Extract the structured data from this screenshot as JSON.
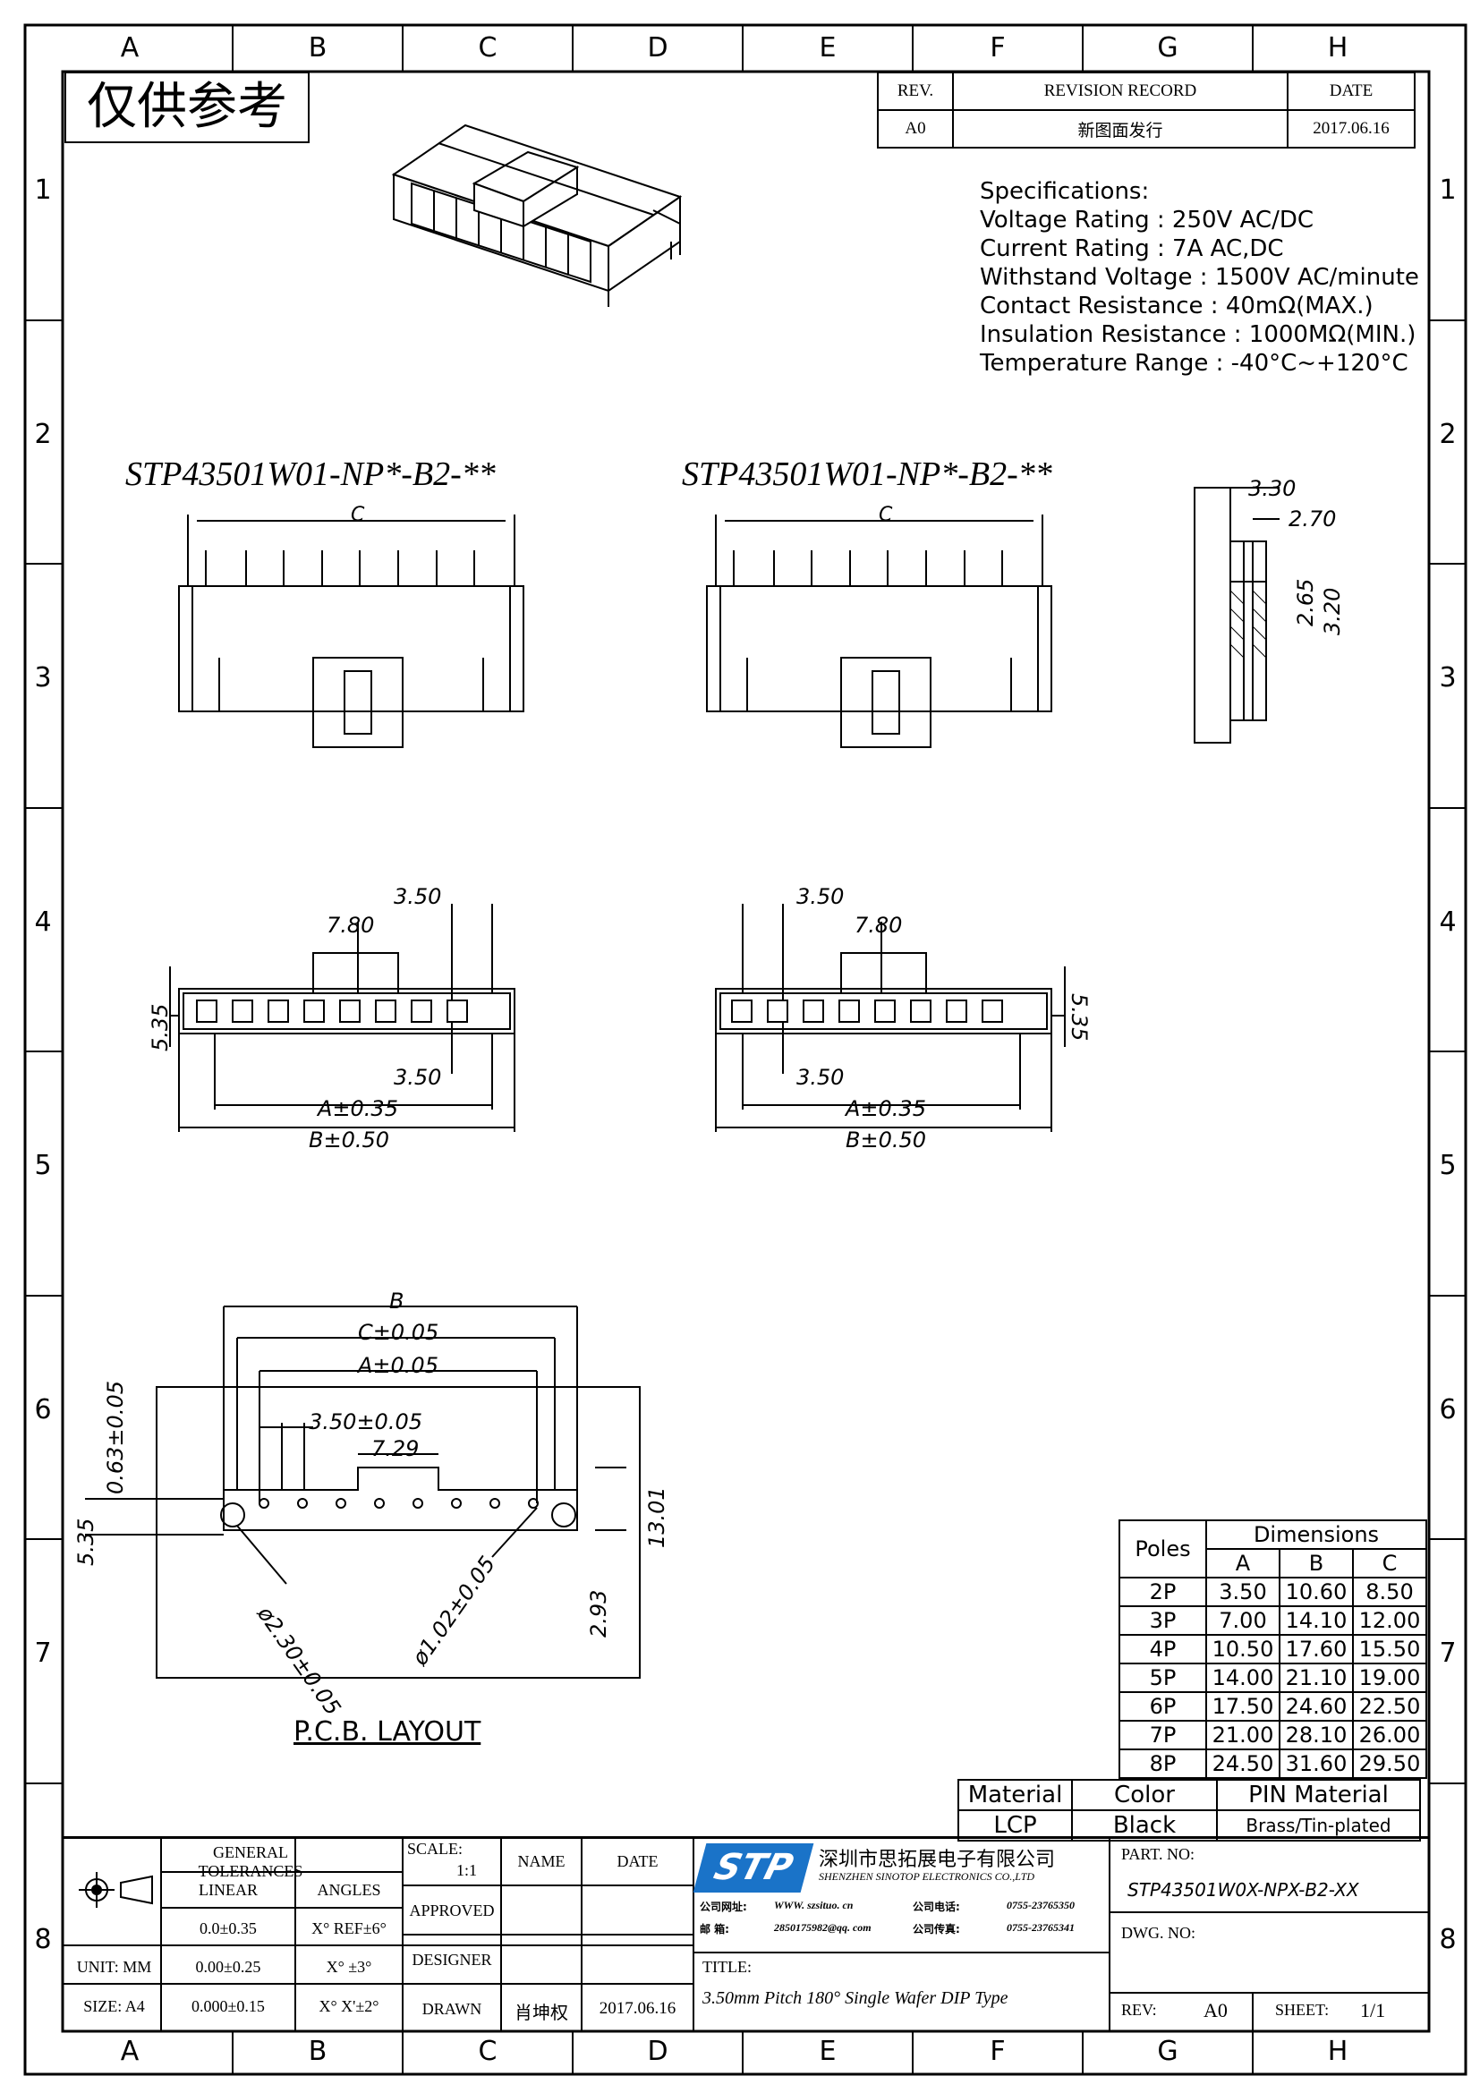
{
  "zones": {
    "columns": [
      "A",
      "B",
      "C",
      "D",
      "E",
      "F",
      "G",
      "H"
    ],
    "rows": [
      "1",
      "2",
      "3",
      "4",
      "5",
      "6",
      "7",
      "8"
    ]
  },
  "stamp": "仅供参考",
  "revision": {
    "rev_header": "REV.",
    "record_header": "REVISION RECORD",
    "date_header": "DATE",
    "rev": "A0",
    "record": "新图面发行",
    "date": "2017.06.16"
  },
  "specs": {
    "heading": "Specifications:",
    "lines": [
      "Voltage  Rating  :  250V  AC/DC",
      "Current  Rating  :  7A  AC,DC",
      "Withstand  Voltage  :  1500V  AC/minute",
      "Contact  Resistance  :  40mΩ(MAX.)",
      "Insulation  Resistance  :  1000MΩ(MIN.)",
      "Temperature  Range  :  -40°C~+120°C"
    ]
  },
  "views": {
    "left_part": "STP43501W01-NP*-B2-**",
    "right_part": "STP43501W01-NP*-B2-**",
    "dim_c": "C",
    "side_330": "3.30",
    "side_270": "2.70",
    "side_265": "2.65",
    "side_320": "3.20",
    "dim_350": "3.50",
    "dim_780": "7.80",
    "dim_535": "5.35",
    "dim_a": "A±0.35",
    "dim_b": "B±0.50"
  },
  "pcb": {
    "title": "P.C.B.  LAYOUT",
    "dim_b": "B",
    "dim_c": "C±0.05",
    "dim_a": "A±0.05",
    "dim_pitch": "3.50±0.05",
    "dim_729": "7.29",
    "dim_063": "0.63±0.05",
    "dim_535": "5.35",
    "dim_1301": "13.01",
    "dim_293": "2.93",
    "dim_hole_big": "ø2.30±0.05",
    "dim_hole_small": "ø1.02±0.05"
  },
  "dimensions_table": {
    "poles_header": "Poles",
    "dims_header": "Dimensions",
    "cols": [
      "A",
      "B",
      "C"
    ],
    "rows": [
      {
        "poles": "2P",
        "a": "3.50",
        "b": "10.60",
        "c": "8.50"
      },
      {
        "poles": "3P",
        "a": "7.00",
        "b": "14.10",
        "c": "12.00"
      },
      {
        "poles": "4P",
        "a": "10.50",
        "b": "17.60",
        "c": "15.50"
      },
      {
        "poles": "5P",
        "a": "14.00",
        "b": "21.10",
        "c": "19.00"
      },
      {
        "poles": "6P",
        "a": "17.50",
        "b": "24.60",
        "c": "22.50"
      },
      {
        "poles": "7P",
        "a": "21.00",
        "b": "28.10",
        "c": "26.00"
      },
      {
        "poles": "8P",
        "a": "24.50",
        "b": "31.60",
        "c": "29.50"
      }
    ]
  },
  "materials": {
    "material_header": "Material",
    "color_header": "Color",
    "pin_header": "PIN  Material",
    "material": "LCP",
    "color": "Black",
    "pin": "Brass/Tin-plated"
  },
  "title_block": {
    "general_tolerances": "GENERAL  TOLERANCES",
    "linear": "LINEAR",
    "angles": "ANGLES",
    "lin1": "0.0±0.35",
    "ang1": "X° REF±6°",
    "unit_label": "UNIT: MM",
    "lin2": "0.00±0.25",
    "ang2": "X°  ±3°",
    "size_label": "SIZE: A4",
    "lin3": "0.000±0.15",
    "ang3": "X° X'±2°",
    "scale_label": "SCALE:",
    "scale_value": "1:1",
    "name_header": "NAME",
    "date_header": "DATE",
    "approved": "APPROVED",
    "designer": "DESIGNER",
    "drawn": "DRAWN",
    "drawn_name": "肖坤权",
    "drawn_date": "2017.06.16",
    "company_cn": "深圳市思拓展电子有限公司",
    "company_en": "SHENZHEN  SINOTOP  ELECTRONICS  CO.,LTD",
    "logo": "STP",
    "web_label": "公司网址:",
    "web": "WWW. szsituo. cn",
    "tel_label": "公司电话:",
    "tel": "0755-23765350",
    "mail_label": "邮    箱:",
    "mail": "2850175982@qq. com",
    "fax_label": "公司传真:",
    "fax": "0755-23765341",
    "title_label": "TITLE:",
    "title": "3.50mm  Pitch  180°  Single  Wafer  DIP  Type",
    "part_no_label": "PART. NO:",
    "part_no": "STP43501W0X-NPX-B2-XX",
    "dwg_no_label": "DWG. NO:",
    "rev_label": "REV:",
    "rev": "A0",
    "sheet_label": "SHEET:",
    "sheet": "1/1"
  },
  "colors": {
    "ink": "#000000",
    "paper": "#ffffff",
    "logo_blue": "#1a73c8"
  }
}
